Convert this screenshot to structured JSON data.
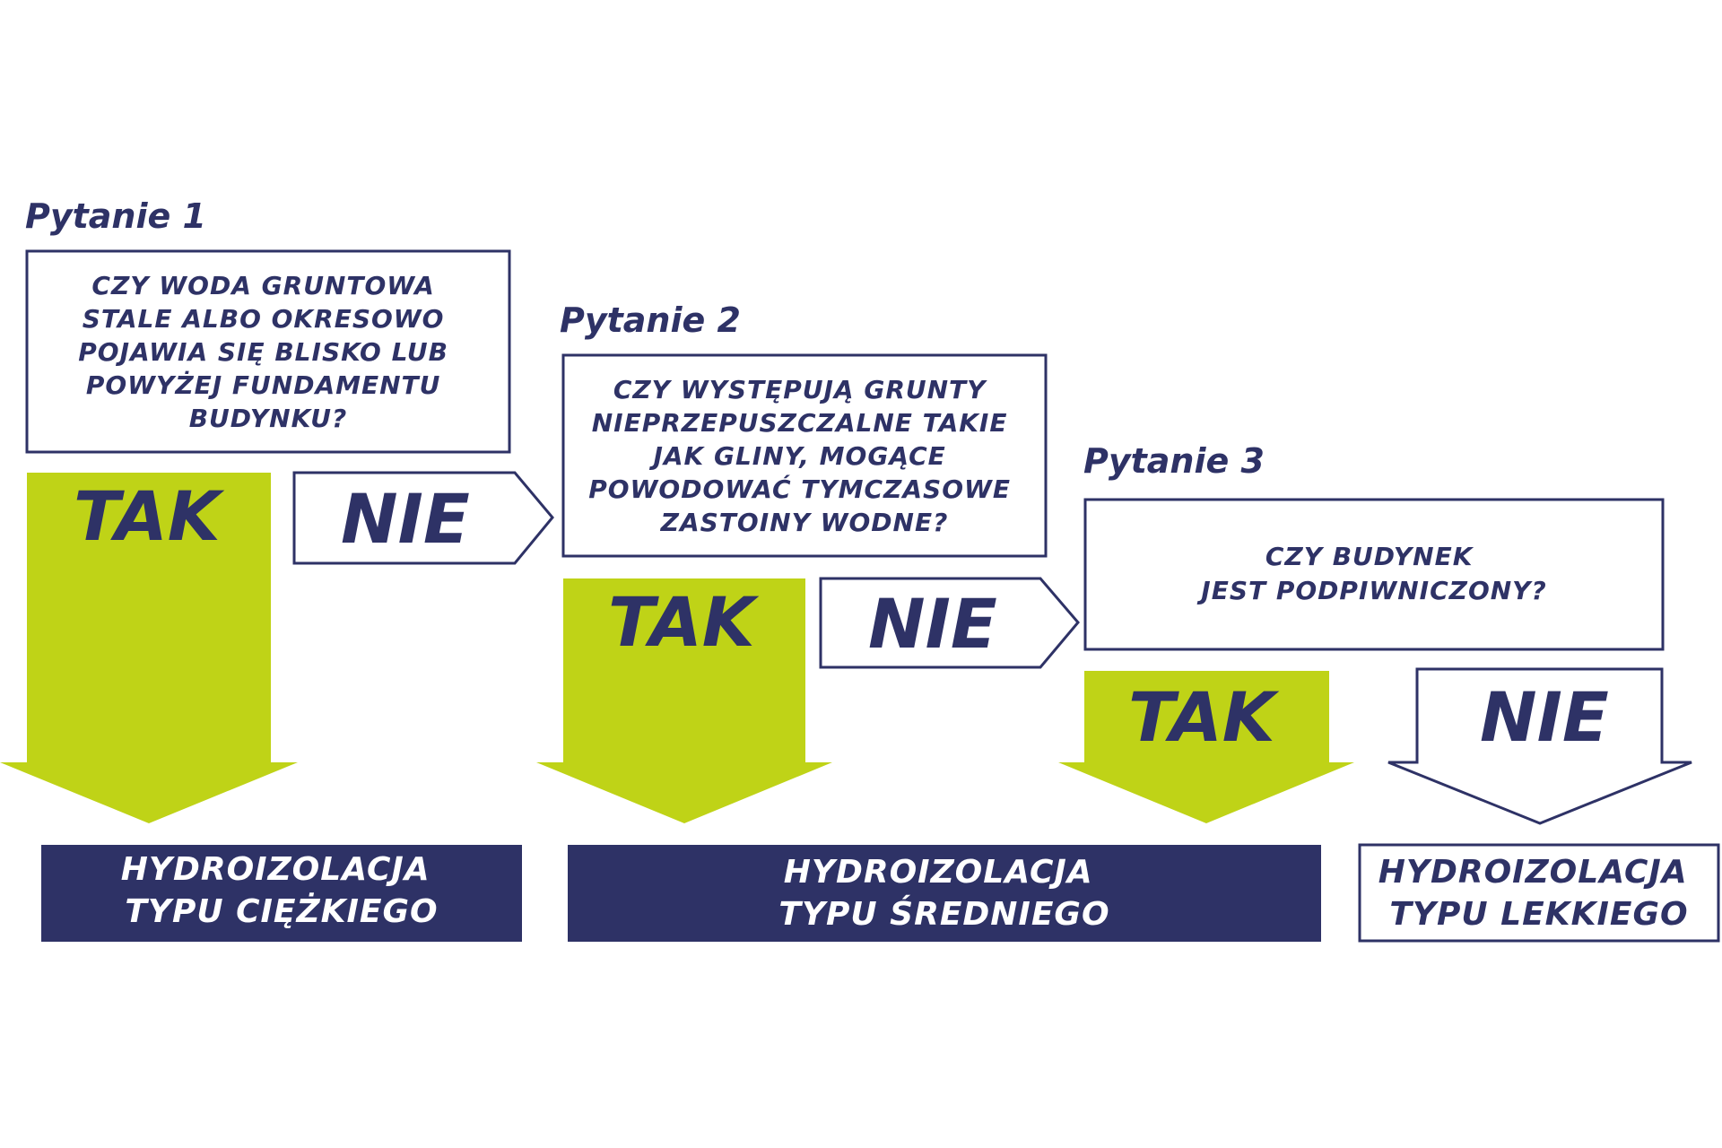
{
  "questions": [
    {
      "label": "Pytanie 1",
      "lines": [
        "CZY WODA GRUNTOWA",
        "STALE ALBO OKRESOWO",
        "POJAWIA SIĘ BLISKO LUB",
        "POWYŻEJ FUNDAMENTU",
        "BUDYNKU?"
      ]
    },
    {
      "label": "Pytanie 2",
      "lines": [
        "CZY WYSTĘPUJĄ GRUNTY",
        "NIEPRZEPUSZCZALNE TAKIE",
        "JAK GLINY, MOGĄCE",
        "POWODOWAĆ TYMCZASOWE",
        "ZASTOINY WODNE?"
      ]
    },
    {
      "label": "Pytanie 3",
      "lines": [
        "CZY BUDYNEK",
        "JEST PODPIWNICZONY?"
      ]
    }
  ],
  "answers": {
    "yes": "TAK",
    "no": "NIE"
  },
  "results": [
    {
      "lines": [
        "HYDROIZOLACJA",
        "TYPU CIĘŻKIEGO"
      ]
    },
    {
      "lines": [
        "HYDROIZOLACJA",
        "TYPU ŚREDNIEGO"
      ]
    },
    {
      "lines": [
        "HYDROIZOLACJA",
        "TYPU LEKKIEGO"
      ]
    }
  ],
  "colors": {
    "navy": "#2e3266",
    "green": "#bfd317",
    "background": "#ffffff"
  }
}
